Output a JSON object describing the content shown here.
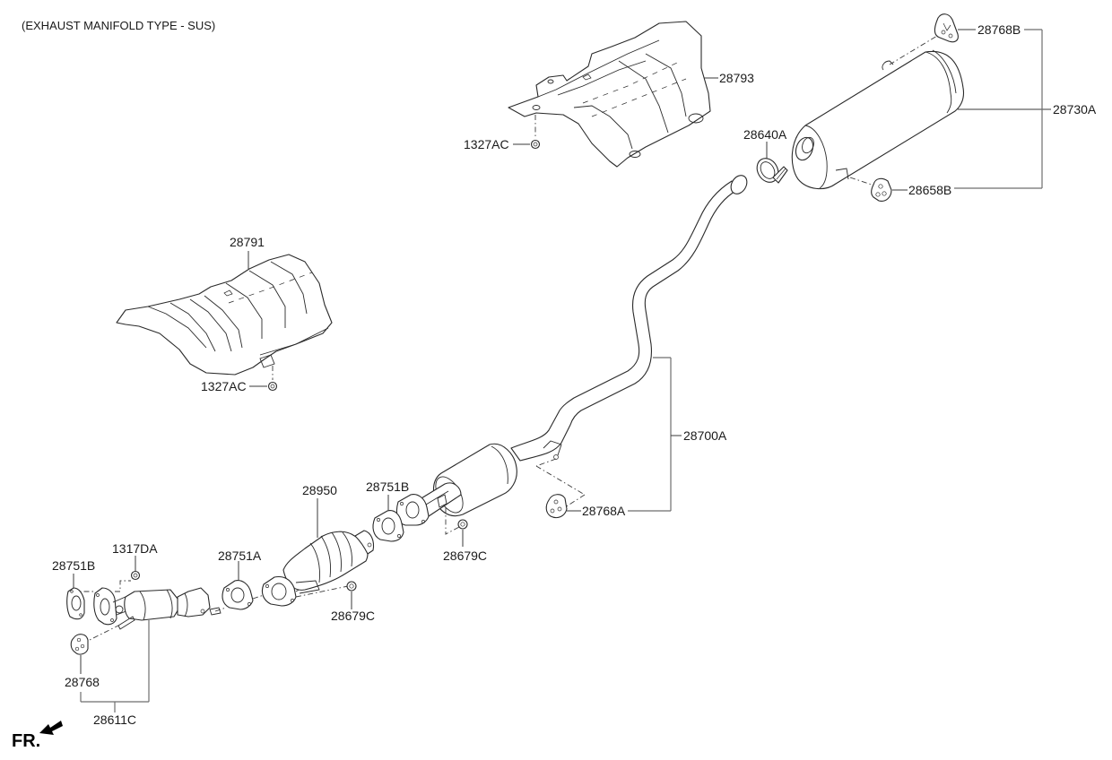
{
  "diagram": {
    "title": "(EXHAUST MANIFOLD TYPE - SUS)",
    "direction_indicator": "FR.",
    "parts": {
      "heat_protector_rear": {
        "part_no": "28793",
        "name": "Heat protector - rear"
      },
      "nut_rear_protector": {
        "part_no": "1327AC",
        "name": "Nut"
      },
      "heat_protector_center": {
        "part_no": "28791",
        "name": "Heat protector - center"
      },
      "nut_center_protector": {
        "part_no": "1327AC",
        "name": "Nut"
      },
      "hanger_rear_upper": {
        "part_no": "28768B",
        "name": "Hanger"
      },
      "rear_muffler": {
        "part_no": "28730A",
        "name": "Rear muffler assembly"
      },
      "clamp": {
        "part_no": "28640A",
        "name": "Clamp"
      },
      "hanger_rear_lower": {
        "part_no": "28658B",
        "name": "Hanger"
      },
      "center_muffler": {
        "part_no": "28700A",
        "name": "Center muffler assembly"
      },
      "hanger_center": {
        "part_no": "28768A",
        "name": "Hanger"
      },
      "gasket_center": {
        "part_no": "28751B",
        "name": "Gasket"
      },
      "nut_center": {
        "part_no": "28679C",
        "name": "Nut"
      },
      "catalytic_converter": {
        "part_no": "28950",
        "name": "Catalytic converter"
      },
      "nut_converter": {
        "part_no": "28679C",
        "name": "Nut"
      },
      "gasket_converter": {
        "part_no": "28751A",
        "name": "Gasket"
      },
      "front_pipe": {
        "part_no": "28611C",
        "name": "Front pipe assembly"
      },
      "gasket_front": {
        "part_no": "28751B",
        "name": "Gasket"
      },
      "nut_front": {
        "part_no": "1317DA",
        "name": "Nut"
      },
      "hanger_front": {
        "part_no": "28768",
        "name": "Hanger"
      }
    }
  }
}
